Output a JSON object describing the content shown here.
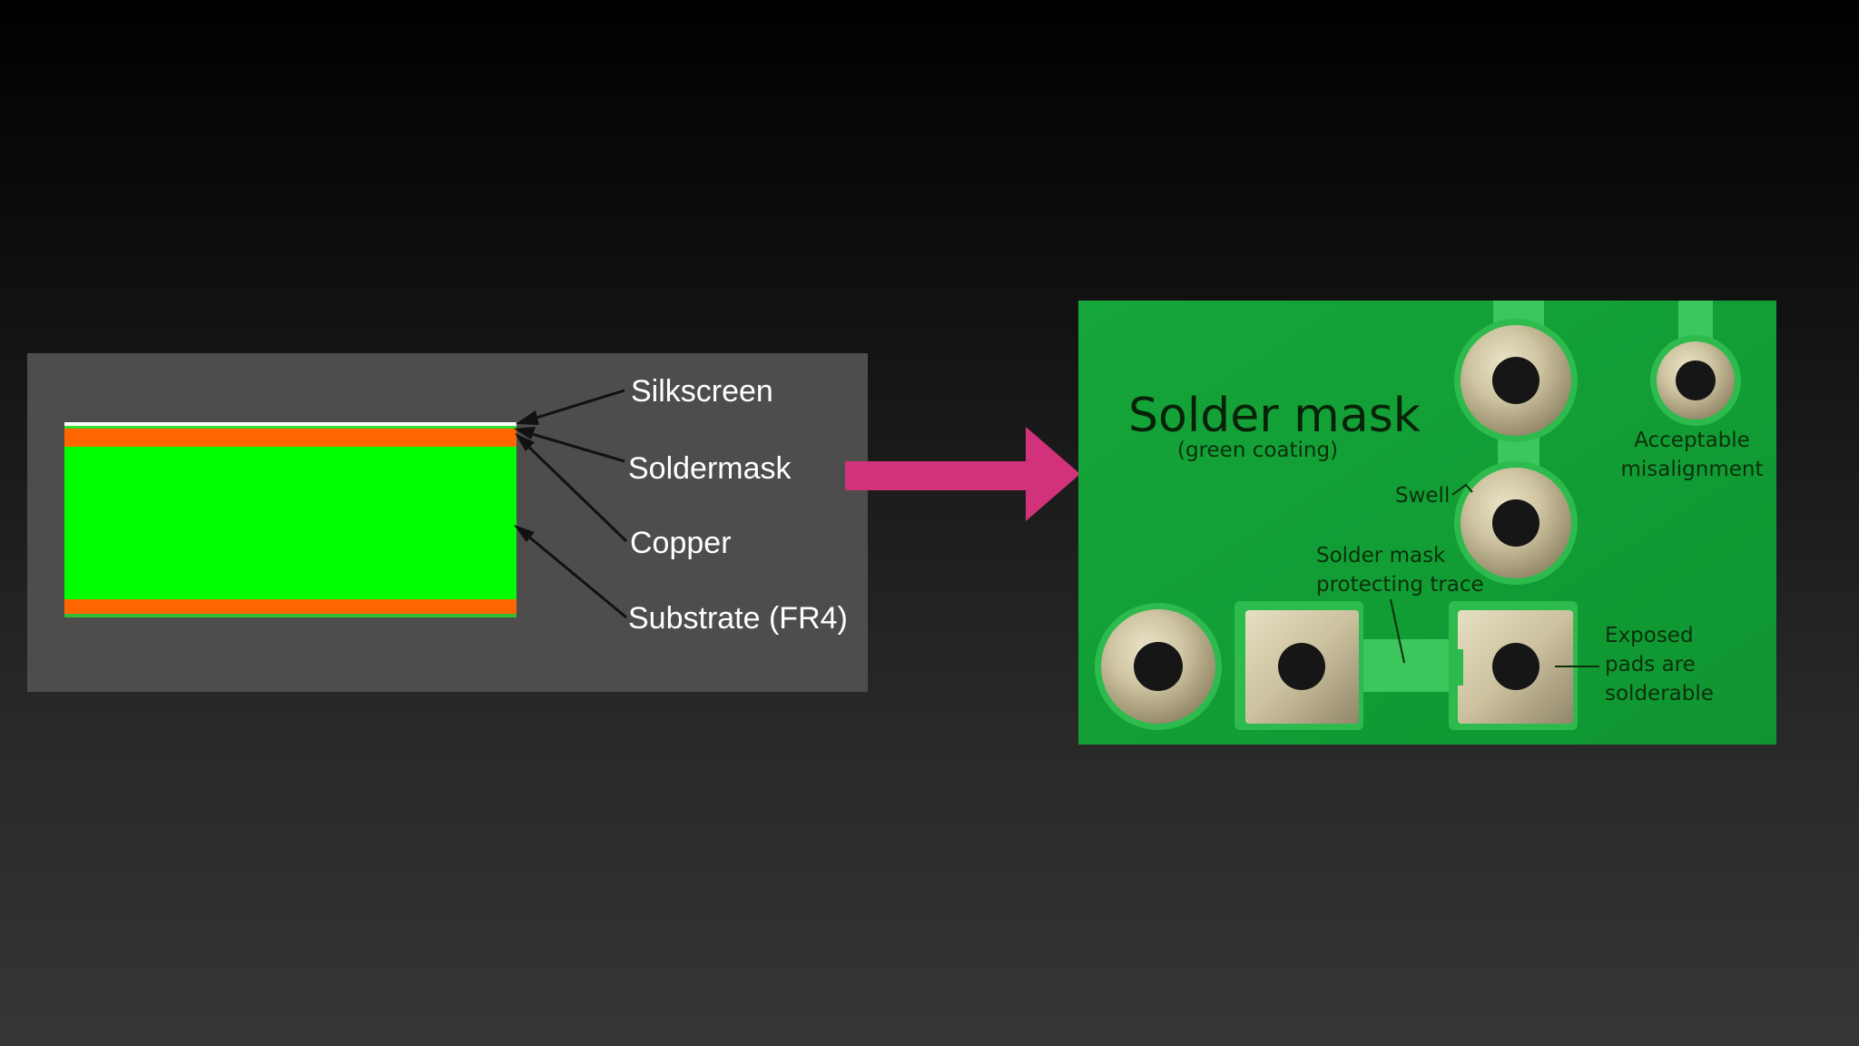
{
  "cross_section": {
    "labels": {
      "silkscreen": "Silkscreen",
      "soldermask": "Soldermask",
      "copper": "Copper",
      "substrate": "Substrate (FR4)"
    },
    "colors": {
      "panel": "#4d4d4d",
      "silkscreen": "#ffffff",
      "copper": "#ff6600",
      "substrate": "#00ff00"
    }
  },
  "arrow": {
    "color": "#d1327a"
  },
  "pcb_photo": {
    "title": "Solder mask",
    "subtitle": "(green coating)",
    "notes": {
      "acceptable_line1": "Acceptable",
      "acceptable_line2": "misalignment",
      "swell": "Swell",
      "trace_line1": "Solder mask",
      "trace_line2": "protecting trace",
      "exposed_line1": "Exposed",
      "exposed_line2": "pads are",
      "exposed_line3": "solderable"
    },
    "colors": {
      "board": "#13a036",
      "pad": "#cdc3a0"
    }
  }
}
